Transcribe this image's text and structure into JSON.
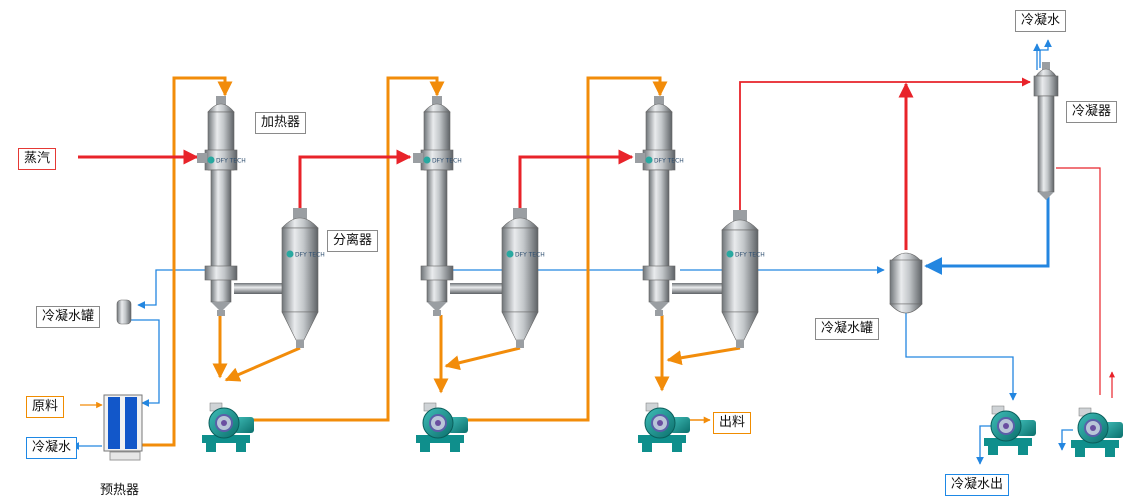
{
  "labels": {
    "steam": "蒸汽",
    "heater": "加热器",
    "separator": "分离器",
    "condensate_tank_small": "冷凝水罐",
    "feed": "原料",
    "condensate_out_left": "冷凝水",
    "preheater": "预热器",
    "discharge": "出料",
    "condenser_water": "冷凝水",
    "condenser": "冷凝器",
    "condensate_tank_big": "冷凝水罐",
    "condensate_out_right": "冷凝水出"
  },
  "badge_text": "DFY TECH",
  "colors": {
    "steam": "#e8232a",
    "liquid": "#f28c0a",
    "water": "#2386e0",
    "vessel": "#9a9ea2",
    "pump": "#0f8f8c"
  }
}
